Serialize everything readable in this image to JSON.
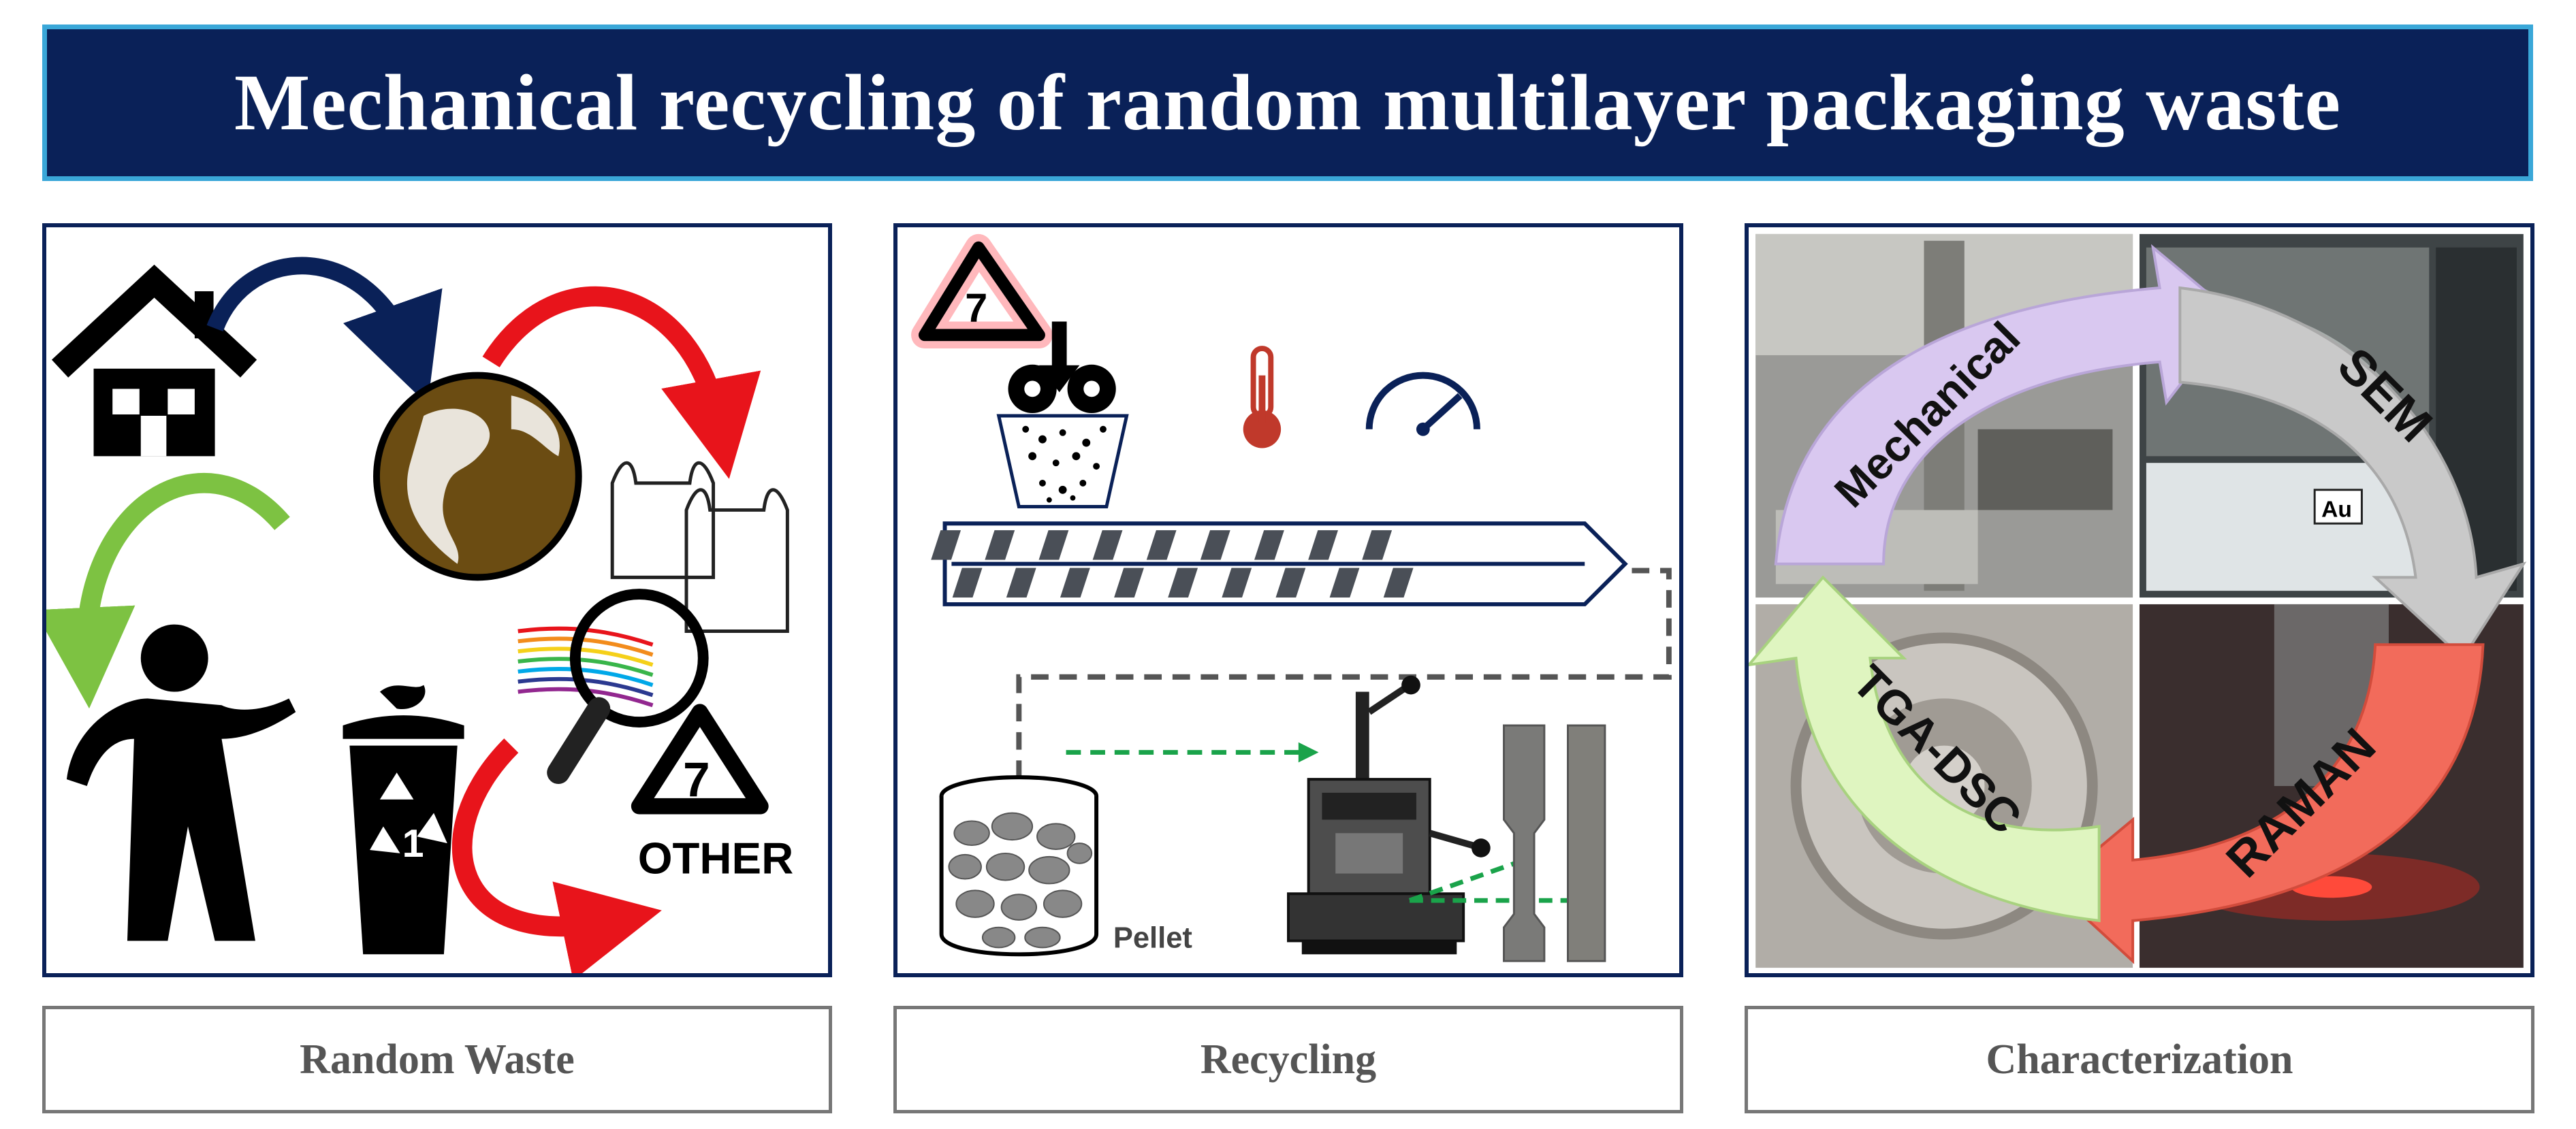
{
  "title": "Mechanical recycling of random multilayer packaging waste",
  "panels": {
    "waste": {
      "caption": "Random Waste",
      "recycle_code": "7",
      "recycle_text": "OTHER",
      "bin_code": "1"
    },
    "recycling": {
      "caption": "Recycling",
      "recycle_code": "7",
      "pellet_label": "Pellet"
    },
    "characterization": {
      "caption": "Characterization",
      "methods": [
        "Mechanical",
        "SEM",
        "RAMAN",
        "TGA-DSC"
      ],
      "sem_label": "Au"
    }
  },
  "colors": {
    "navy": "#0a2158",
    "title_border": "#3aa7d8",
    "red_arrow": "#e8141b",
    "green_arrow": "#7dc242",
    "mechanical_arrow": "#d9c8f0",
    "sem_arrow": "#c9c9c9",
    "raman_arrow": "#f26b5b",
    "tga_arrow": "#dff5c0"
  }
}
